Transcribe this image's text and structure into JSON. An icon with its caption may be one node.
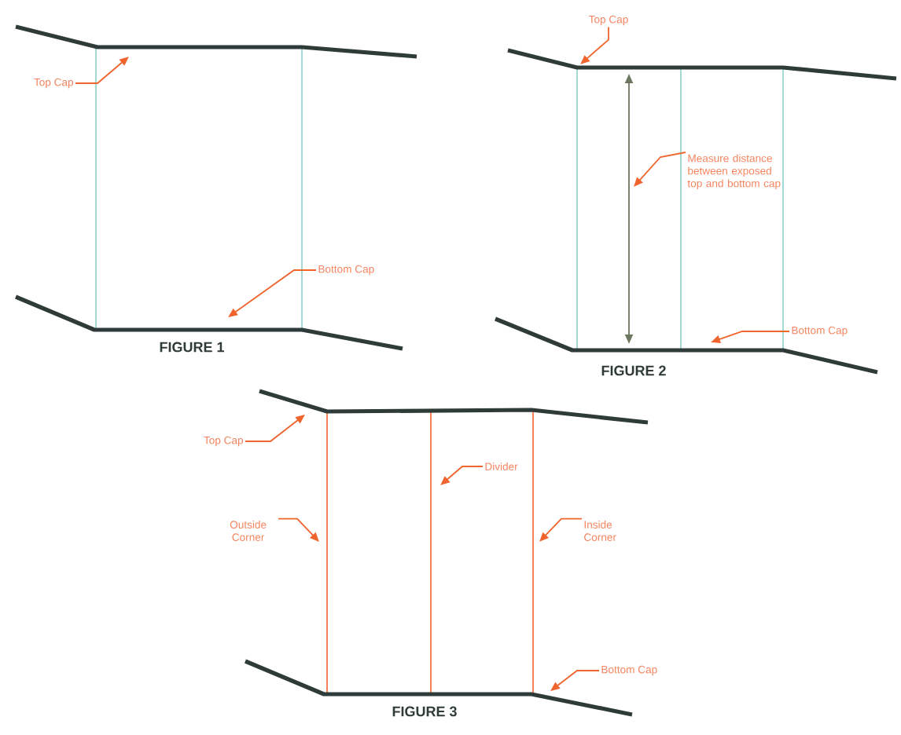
{
  "diagram": {
    "nodes": [
      {
        "text": [
          "Top Cap"
        ]
      },
      {
        "text": [
          "Bottom Cap"
        ]
      },
      {
        "text": [
          "Top Cap"
        ]
      },
      {
        "text": [
          "Measure distance between exposed top and bottom cap"
        ]
      },
      {
        "text": [
          "Bottom Cap"
        ]
      },
      {
        "text": [
          "Top Cap"
        ]
      },
      {
        "text": [
          "Divider"
        ]
      },
      {
        "text": [
          "Outside Corner"
        ]
      },
      {
        "text": [
          "Inside Corner"
        ]
      },
      {
        "text": [
          "Bottom Cap"
        ]
      }
    ],
    "edges": [
      {
        "from": 0,
        "to": null,
        "arrow": "to"
      },
      {
        "from": 1,
        "to": null,
        "arrow": "to"
      },
      {
        "from": 2,
        "to": null,
        "arrow": "to"
      },
      {
        "from": 3,
        "to": null,
        "arrow": "to"
      },
      {
        "from": 4,
        "to": null,
        "arrow": "to"
      },
      {
        "from": 5,
        "to": null,
        "arrow": "to"
      },
      {
        "from": 6,
        "to": null,
        "arrow": "to"
      },
      {
        "from": 7,
        "to": null,
        "arrow": "to"
      },
      {
        "from": 8,
        "to": null,
        "arrow": "to"
      },
      {
        "from": 9,
        "to": null,
        "arrow": "to"
      }
    ],
    "labels": [
      "FIGURE 1",
      "FIGURE 2",
      "FIGURE 3"
    ]
  }
}
